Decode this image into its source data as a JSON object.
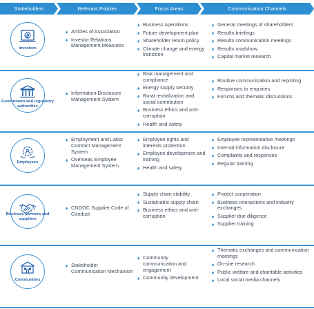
{
  "headers": [
    "Stakeholders",
    "Relevant Policies",
    "Focus Areas",
    "Communication Channels"
  ],
  "rows": [
    {
      "stakeholder": "Investors",
      "icon": "investors-icon",
      "policies": [
        "Articles of Association",
        "Investor Relations Management Measures"
      ],
      "focus": [
        "Business operations",
        "Future development plan",
        "Shareholder return policy",
        "Climate change and energy transition"
      ],
      "channels": [
        "General meetings of shareholders",
        "Results briefings",
        "Results communication meetings",
        "Results roadshow",
        "Capital market research"
      ]
    },
    {
      "stakeholder": "Government and regulatory authorities",
      "icon": "government-building-icon",
      "policies": [
        "Information Disclosure Management System"
      ],
      "focus": [
        "Risk management and compliance",
        "Energy supply security",
        "Rural revitalization and social contribution",
        "Business ethics and anti-corruption",
        "Health and safety"
      ],
      "channels": [
        "Routine communication and reporting",
        "Responses to enquiries",
        "Forums and thematic discussions"
      ]
    },
    {
      "stakeholder": "Employees",
      "icon": "employees-gear-icon",
      "policies": [
        "Employment and Labor Contract Management System",
        "Overseas Employee Management System"
      ],
      "focus": [
        "Employee rights and interests protection",
        "Employee development and training",
        "Health and safety"
      ],
      "channels": [
        "Employee representative meetings",
        "Internal information disclosure",
        "Complaints and responses",
        "Regular training"
      ]
    },
    {
      "stakeholder": "Business partners and suppliers",
      "icon": "handshake-icon",
      "policies": [
        "CNOOC Supplier Code of Conduct"
      ],
      "focus": [
        "Supply chain stability",
        "Sustainable supply chain",
        "Business ethics and anti-corruption"
      ],
      "channels": [
        "Project cooperation",
        "Business interactions and industry exchanges",
        "Supplier due diligence",
        "Supplier training"
      ]
    },
    {
      "stakeholder": "Communities",
      "icon": "community-houses-icon",
      "policies": [
        "Stakeholder Communication Mechanism"
      ],
      "focus": [
        "Community communication and engagement",
        "Community development"
      ],
      "channels": [
        "Thematic exchanges and communication meetings",
        "On-site research",
        "Public welfare and charitable activities",
        "Local social media channels"
      ]
    }
  ]
}
